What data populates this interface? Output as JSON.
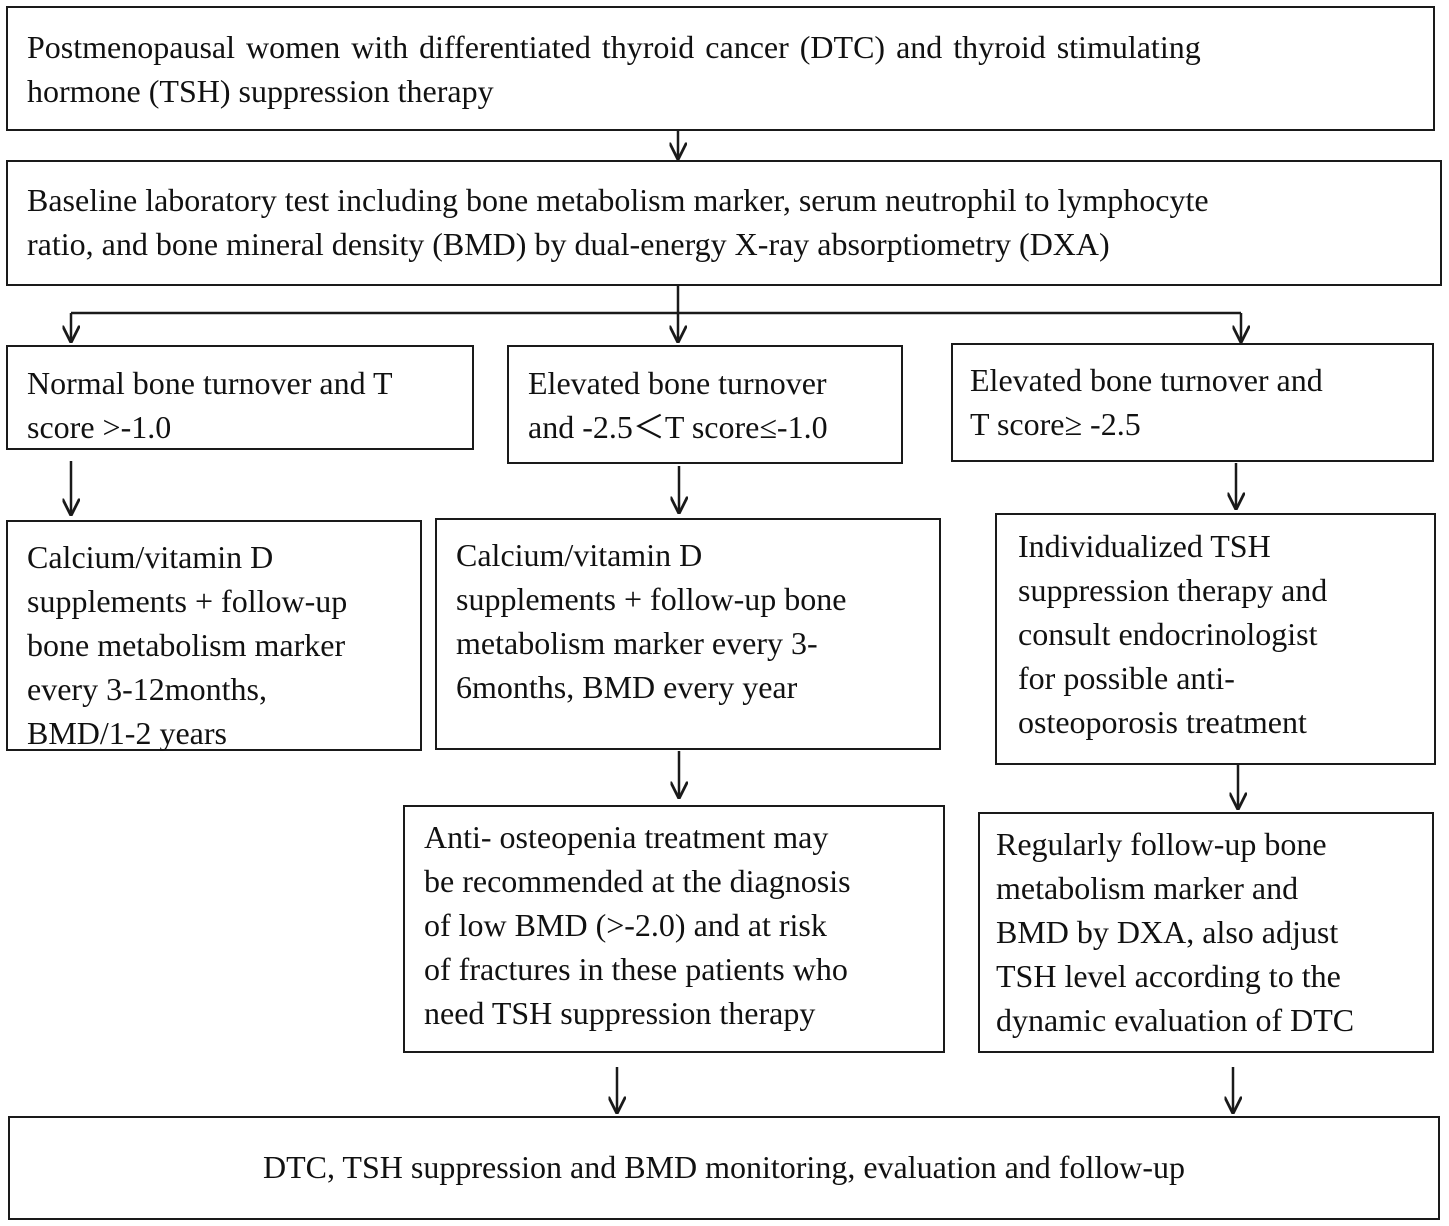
{
  "nodes": {
    "start": {
      "lines": [
        "Postmenopausal women with differentiated thyroid cancer (DTC) and thyroid stimulating",
        "hormone (TSH) suppression therapy"
      ]
    },
    "baseline": {
      "lines": [
        "Baseline laboratory test including bone metabolism marker, serum neutrophil to lymphocyte",
        "ratio, and bone mineral density (BMD) by dual-energy X-ray absorptiometry (DXA)"
      ]
    },
    "normal": {
      "lines": [
        "Normal bone turnover and T",
        "score >-1.0"
      ]
    },
    "elevated_mid": {
      "lines": [
        "Elevated bone turnover",
        "and -2.5＜T score≤-1.0"
      ]
    },
    "elevated_low": {
      "lines": [
        "Elevated bone turnover and",
        "T score≥ -2.5"
      ]
    },
    "calcium_normal": {
      "lines": [
        "Calcium/vitamin D",
        "supplements + follow-up",
        "bone metabolism marker",
        "every 3-12months,",
        "BMD/1-2 years"
      ]
    },
    "calcium_mid": {
      "lines": [
        "Calcium/vitamin D",
        "supplements + follow-up bone",
        "metabolism marker every 3-",
        "6months, BMD every year"
      ]
    },
    "individualized": {
      "lines": [
        "Individualized TSH",
        "suppression therapy and",
        "consult endocrinologist",
        "for possible anti-",
        "osteoporosis treatment"
      ]
    },
    "anti_osteopenia": {
      "lines": [
        "Anti- osteopenia treatment may",
        "be recommended at the diagnosis",
        "of low BMD (>-2.0) and at risk",
        "of fractures in these patients who",
        "need TSH suppression therapy"
      ]
    },
    "regular_followup": {
      "lines": [
        "Regularly follow-up bone",
        "metabolism marker and",
        "BMD by DXA, also adjust",
        "TSH level according to the",
        "dynamic evaluation of DTC"
      ]
    },
    "final": {
      "lines": [
        "DTC, TSH suppression and BMD monitoring, evaluation and follow-up"
      ]
    }
  }
}
